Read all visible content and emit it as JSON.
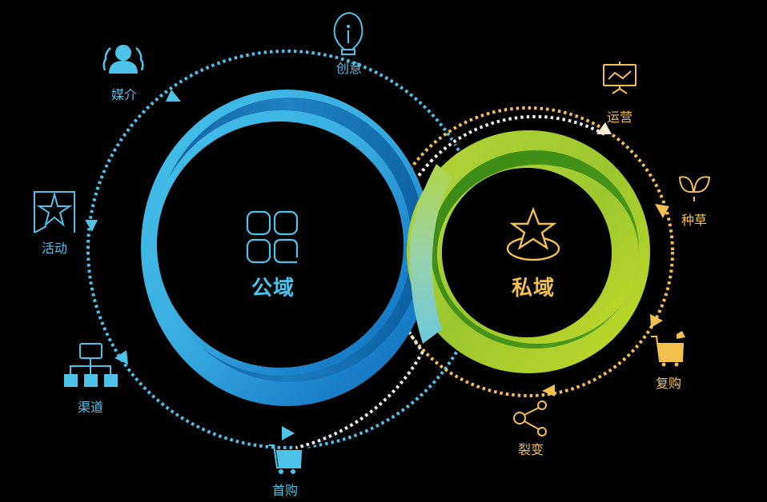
{
  "colors": {
    "public_blue": "#4dc3ea",
    "public_blue_dark": "#0d5fa8",
    "private_green": "#b5d335",
    "private_green_dark": "#3d8a17",
    "private_gold": "#f2c04e",
    "connector_white": "#e8ecef",
    "background": "#000000"
  },
  "public_domain": {
    "label": "公域",
    "icon": "four-squares-app-grid-icon",
    "nodes": [
      {
        "label": "创意",
        "icon": "lightbulb-icon"
      },
      {
        "label": "媒介",
        "icon": "users-group-icon"
      },
      {
        "label": "活动",
        "icon": "star-badge-icon"
      },
      {
        "label": "渠道",
        "icon": "org-chart-icon"
      },
      {
        "label": "首购",
        "icon": "shopping-cart-icon"
      }
    ]
  },
  "private_domain": {
    "label": "私域",
    "icon": "star-on-platform-icon",
    "nodes": [
      {
        "label": "运营",
        "icon": "presentation-chart-icon"
      },
      {
        "label": "种草",
        "icon": "sprout-icon"
      },
      {
        "label": "复购",
        "icon": "cart-refill-icon"
      },
      {
        "label": "裂变",
        "icon": "share-nodes-icon"
      }
    ]
  }
}
